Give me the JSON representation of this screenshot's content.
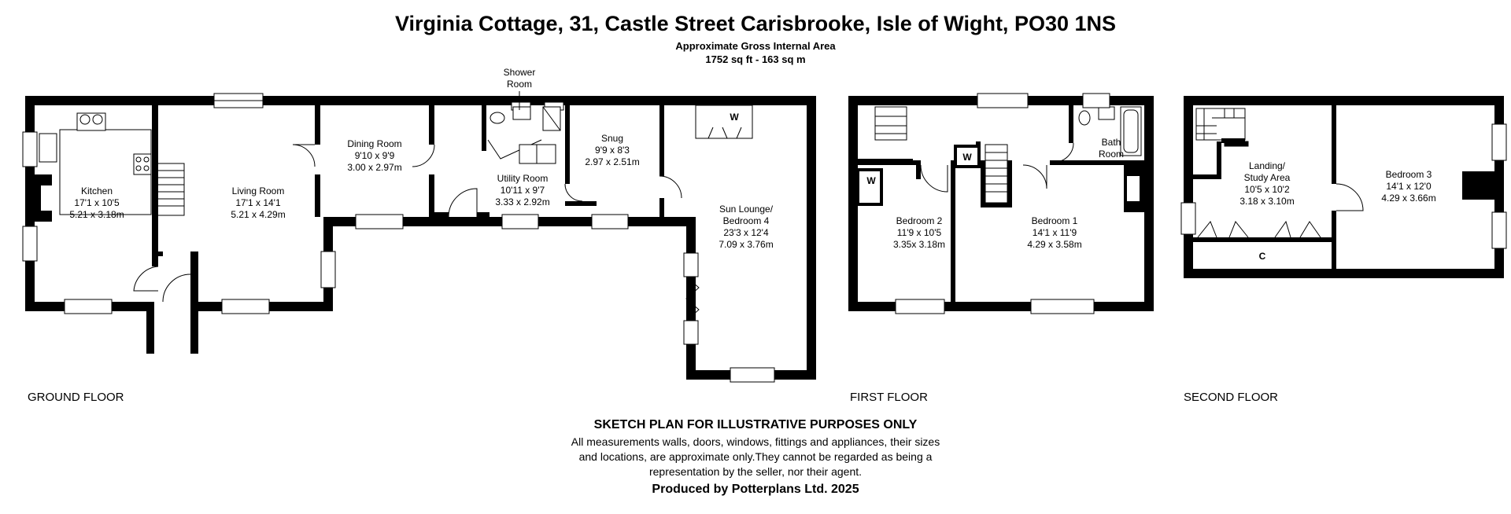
{
  "header": {
    "title": "Virginia Cottage, 31, Castle Street Carisbrooke, Isle of Wight, PO30 1NS",
    "area_label": "Approximate Gross Internal Area",
    "area_value": "1752 sq ft - 163 sq m"
  },
  "floors": {
    "ground": {
      "label": "GROUND FLOOR",
      "rooms": {
        "shower": {
          "name_1": "Shower",
          "name_2": "Room"
        },
        "kitchen": {
          "name": "Kitchen",
          "imperial": "17'1 x 10'5",
          "metric": "5.21 x 3.18m"
        },
        "living": {
          "name": "Living Room",
          "imperial": "17'1 x 14'1",
          "metric": "5.21 x 4.29m"
        },
        "dining": {
          "name": "Dining Room",
          "imperial": "9'10 x 9'9",
          "metric": "3.00 x 2.97m"
        },
        "utility": {
          "name": "Utility Room",
          "imperial": "10'11 x 9'7",
          "metric": "3.33 x 2.92m"
        },
        "snug": {
          "name": "Snug",
          "imperial": "9'9 x 8'3",
          "metric": "2.97 x 2.51m"
        },
        "sun": {
          "name_1": "Sun Lounge/",
          "name_2": "Bedroom 4",
          "imperial": "23'3 x 12'4",
          "metric": "7.09 x 3.76m"
        }
      },
      "wardrobe_mark": "W"
    },
    "first": {
      "label": "FIRST FLOOR",
      "rooms": {
        "bath": {
          "name_1": "Bath",
          "name_2": "Room"
        },
        "bed2": {
          "name": "Bedroom 2",
          "imperial": "11'9 x 10'5",
          "metric": "3.35x 3.18m"
        },
        "bed1": {
          "name": "Bedroom 1",
          "imperial": "14'1 x 11'9",
          "metric": "4.29 x 3.58m"
        }
      },
      "wardrobe_mark": "W"
    },
    "second": {
      "label": "SECOND FLOOR",
      "rooms": {
        "landing": {
          "name_1": "Landing/",
          "name_2": "Study Area",
          "imperial": "10'5 x 10'2",
          "metric": "3.18 x 3.10m"
        },
        "bed3": {
          "name": "Bedroom 3",
          "imperial": "14'1 x 12'0",
          "metric": "4.29 x 3.66m"
        }
      },
      "cupboard_mark": "C"
    }
  },
  "disclaimer": {
    "heading": "SKETCH PLAN FOR ILLUSTRATIVE PURPOSES ONLY",
    "line_1": "All measurements walls, doors, windows, fittings and appliances, their sizes",
    "line_2": "and locations, are approximate only.They cannot be regarded as being a",
    "line_3": "representation by the seller, nor their agent."
  },
  "credit": "Produced by Potterplans Ltd. 2025"
}
